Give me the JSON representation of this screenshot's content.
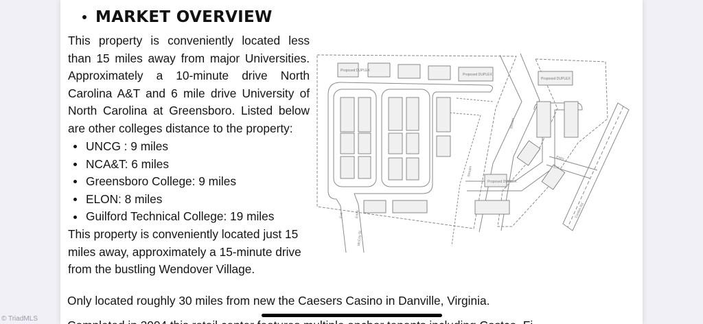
{
  "section": {
    "title": "MARKET OVERVIEW",
    "intro": "This property is conveniently located less than 15 miles away from major Universities. Approximately a 10-minute drive North Carolina A&T and 6 mile drive University of North Carolina at Greensboro. Listed below are other colleges distance to the property:",
    "colleges": [
      {
        "label": "UNCG : 9 miles"
      },
      {
        "label": "NCA&T: 6 miles"
      },
      {
        "label": "Greensboro College: 9 miles"
      },
      {
        "label": "ELON: 8 miles"
      },
      {
        "label": "Guilford Technical College: 19 miles"
      }
    ],
    "outro": "This property is conveniently located just 15 miles away, approximately a 15-minute drive from the bustling Wendover Village.",
    "casino": "Only located roughly 30 miles from new the Caesers Casino in Danville, Virginia.",
    "cutoff_line": "Completed in 2004 this retail center features multiple anchor tenants including Costco, Fi"
  },
  "site_plan": {
    "building_label": "Proposed DUPLEX",
    "street_labels": [
      "McCoy St",
      "Conlon Rd"
    ],
    "feature_labels": [
      "Stream",
      "Stream",
      "Entry",
      "Exit",
      "Entry",
      "Exit"
    ]
  },
  "watermark": "© TriadMLS",
  "colors": {
    "background": "#f1f0f6",
    "page": "#ffffff",
    "text": "#141414"
  }
}
